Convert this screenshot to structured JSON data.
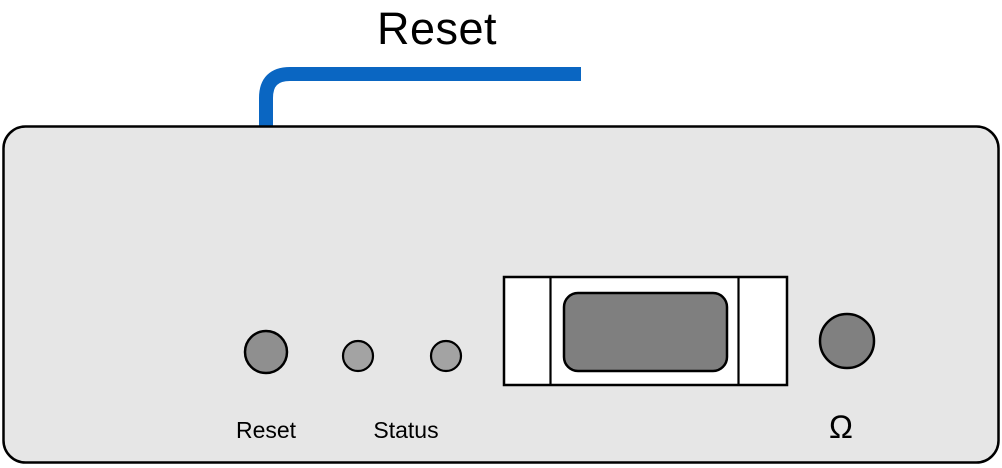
{
  "diagram": {
    "kind": "device-front-panel-callout",
    "callout": {
      "title": "Reset"
    },
    "panel": {
      "reset_button_label": "Reset",
      "status_leds_label": "Status",
      "ohm_jack_label": "Ω"
    }
  },
  "colors": {
    "canvas_background": "#ffffff",
    "outline": "#000000",
    "callout_line_blue": "#0a66c2",
    "panel_fill": "#e6e6e6",
    "reset_button_fill": "#8f8f8f",
    "status_led_fill": "#a3a3a3",
    "connector_slot_fill": "#ffffff",
    "connector_plug_fill": "#7f7f7f",
    "ohm_jack_fill": "#808080"
  }
}
